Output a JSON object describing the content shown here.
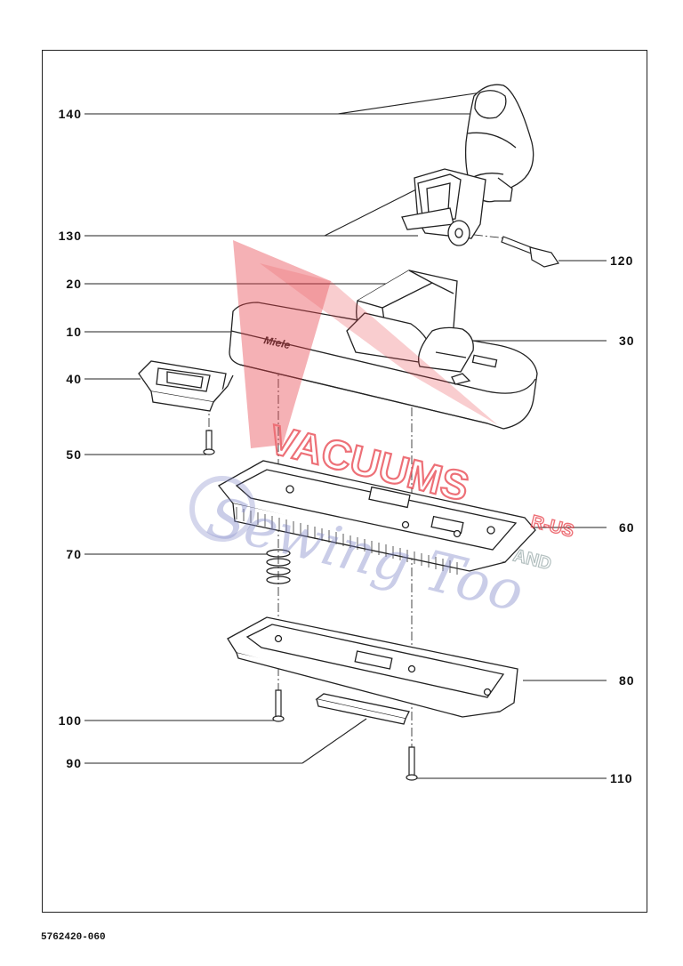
{
  "diagram": {
    "type": "exploded-parts-diagram",
    "callouts": [
      {
        "id": "140",
        "label": "140"
      },
      {
        "id": "130",
        "label": "130"
      },
      {
        "id": "120",
        "label": "120"
      },
      {
        "id": "20",
        "label": "20"
      },
      {
        "id": "10",
        "label": "10"
      },
      {
        "id": "30",
        "label": "30"
      },
      {
        "id": "40",
        "label": "40"
      },
      {
        "id": "50",
        "label": "50"
      },
      {
        "id": "60",
        "label": "60"
      },
      {
        "id": "70",
        "label": "70"
      },
      {
        "id": "80",
        "label": "80"
      },
      {
        "id": "100",
        "label": "100"
      },
      {
        "id": "90",
        "label": "90"
      },
      {
        "id": "110",
        "label": "110"
      }
    ],
    "brand_mark": "Miele",
    "document_number": "5762420-060"
  },
  "watermark": {
    "main": "VACUUMS",
    "suffix": "R-US",
    "tail": "AND",
    "script": "Sewing Too",
    "colors": {
      "red": "#e8414a",
      "blue": "#7e86c6"
    }
  }
}
